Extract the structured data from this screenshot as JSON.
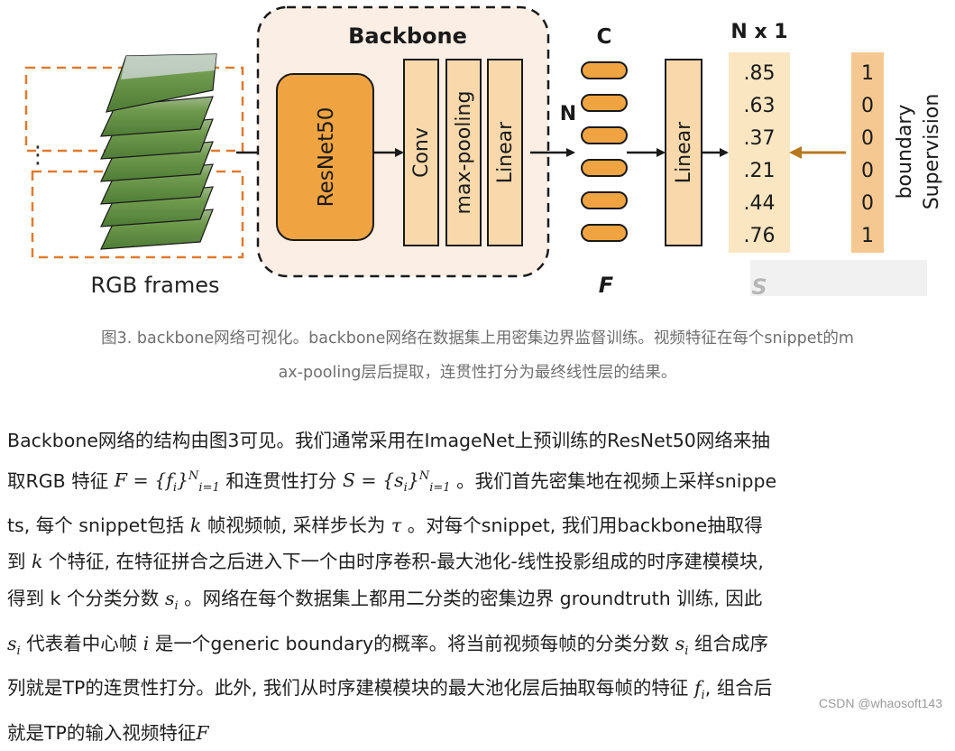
{
  "figure": {
    "backbone_title": "Backbone",
    "rgb_frames_label": "RGB frames",
    "dots": "⋮",
    "resnet_label": "ResNet50",
    "conv_label": "Conv",
    "maxpool_label": "max-pooling",
    "linear_label": "Linear",
    "linear2_label": "Linear",
    "c_label": "C",
    "n_label": "N",
    "f_label": "F",
    "nx1_label": "N x 1",
    "s_label": "S",
    "scores": [
      ".85",
      ".63",
      ".37",
      ".21",
      ".44",
      ".76"
    ],
    "labels": [
      "1",
      "0",
      "0",
      "0",
      "0",
      "1"
    ],
    "supervision_line1": "boundary",
    "supervision_line2": "Supervision",
    "colors": {
      "orange": "#f0a441",
      "dark_orange": "#b36b12",
      "light_orange": "#f9d9ab",
      "pale_backbone": "#fbeee4",
      "score_bg": "#fbe6c2",
      "label_bg": "#f6c891",
      "arrow_feedback": "#b8781e",
      "dashed_frame": "#e07a2e"
    },
    "icons": [
      "arrow-right-icon",
      "arrow-left-icon"
    ]
  },
  "caption": {
    "line1": "图3. backbone网络可视化。backbone网络在数据集上用密集边界监督训练。视频特征在每个snippet的m",
    "line2": "ax-pooling层后提取，连贯性打分为最终线性层的结果。"
  },
  "body": {
    "l1": "Backbone网络的结构由图3可见。我们通常采用在ImageNet上预训练的ResNet50网络来抽",
    "l2a": "取RGB 特征",
    "l2_F": "F",
    "l2_eq1": " = {f",
    "l2_i": "i",
    "l2_close": "}",
    "l2_sup": "N",
    "l2_sub": "i=1",
    "l2b": " 和连贯性打分",
    "l2_S": "S",
    "l2_eq2": " = {s",
    "l2c": " 。我们首先密集地在视频上采样snippe",
    "l3a": "ts, 每个 snippet包括",
    "l3_k": "k",
    "l3b": " 帧视频帧, 采样步长为",
    "l3_tau": "τ",
    "l3c": " 。对每个snippet, 我们用backbone抽取得",
    "l4a": "到",
    "l4_k": "k",
    "l4b": " 个特征, 在特征拼合之后进入下一个由时序卷积-最大池化-线性投影组成的时序建模模块,",
    "l5a": "得到 k 个分类分数",
    "l5_s": "s",
    "l5_i": "i",
    "l5b": " 。网络在每个数据集上都用二分类的密集边界 groundtruth 训练, 因此",
    "l6_s": "s",
    "l6_i": "i",
    "l6a": " 代表着中心帧",
    "l6_ivar": "i",
    "l6b": " 是一个generic boundary的概率。将当前视频每帧的分类分数",
    "l6_s2": "s",
    "l6_i2": "i",
    "l6c": " 组合成序",
    "l7a": "列就是TP的连贯性打分。此外, 我们从时序建模模块的最大池化层后抽取每帧的特征",
    "l7_f": "f",
    "l7_i": "i",
    "l7b": ", 组合后",
    "l8a": "就是TP的输入视频特征",
    "l8_F": "F"
  },
  "watermark": "CSDN @whaosoft143"
}
